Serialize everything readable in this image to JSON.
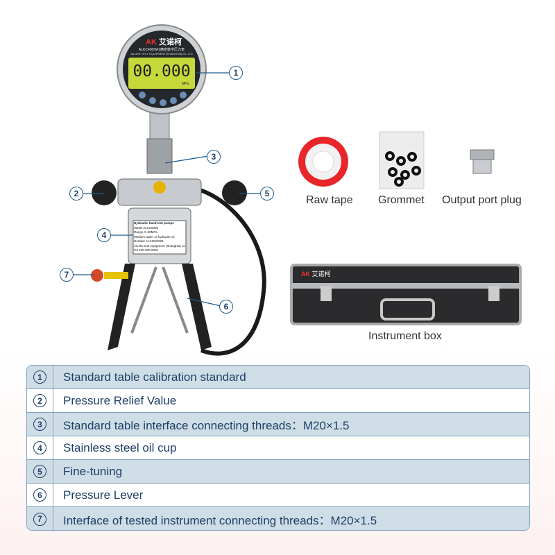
{
  "gauge": {
    "brand": "AK",
    "brand_cn": "艾诺柯",
    "model": "ALKC400HA1精密数字压力表",
    "company": "AILOKE TEST EQUIPMENT(SHANGHAI)CO.,LTD",
    "reading": "00.000",
    "unit": "MPa"
  },
  "pump_label": {
    "title": "Hydraulic hand test pumps",
    "lines": [
      "Model  ALKC6000",
      "Range  0~60MPa",
      "Medium  water or hydraulic oil",
      "Number  ALK2023001",
      "AiLoke test equipment (Shanghai) co.,ltd",
      "Tel 400-000-0000"
    ]
  },
  "callouts": [
    "1",
    "2",
    "3",
    "4",
    "5",
    "6",
    "7"
  ],
  "accessories": [
    {
      "label": "Raw tape"
    },
    {
      "label": "Grommet"
    },
    {
      "label": "Output port plug"
    }
  ],
  "case": {
    "label": "Instrument box",
    "brand": "AK",
    "brand_cn": "艾诺柯"
  },
  "table": [
    {
      "num": "1",
      "text": "Standard table calibration standard"
    },
    {
      "num": "2",
      "text": "Pressure Relief Value"
    },
    {
      "num": "3",
      "text": "Standard table interface connecting threads：M20×1.5"
    },
    {
      "num": "4",
      "text": "Stainless steel oil cup"
    },
    {
      "num": "5",
      "text": "Fine-tuning"
    },
    {
      "num": "6",
      "text": "Pressure Lever"
    },
    {
      "num": "7",
      "text": "Interface of tested instrument connecting threads：M20×1.5"
    }
  ]
}
